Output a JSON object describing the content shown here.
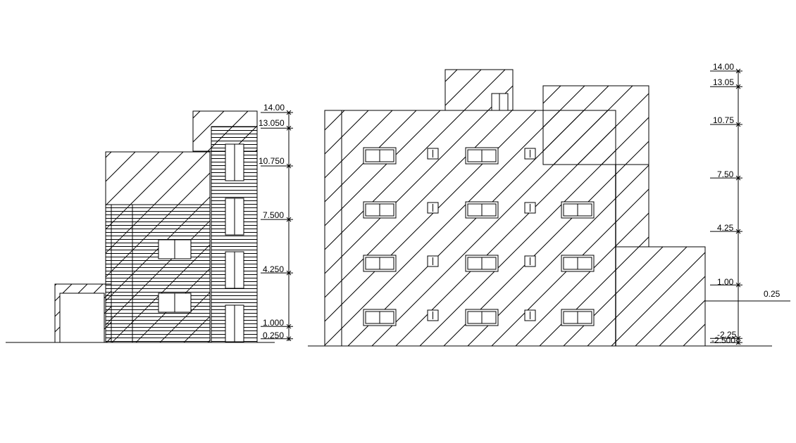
{
  "colors": {
    "line": "#000000",
    "background": "#ffffff"
  },
  "left_elevation": {
    "levels": [
      {
        "label": "14.00",
        "value": 14.0
      },
      {
        "label": "13.050",
        "value": 13.05
      },
      {
        "label": "10.750",
        "value": 10.75
      },
      {
        "label": "7.500",
        "value": 7.5
      },
      {
        "label": "4.250",
        "value": 4.25
      },
      {
        "label": "1.000",
        "value": 1.0
      },
      {
        "label": "0.250",
        "value": 0.25
      }
    ]
  },
  "right_elevation": {
    "levels": [
      {
        "label": "14.00",
        "value": 14.0
      },
      {
        "label": "13.05",
        "value": 13.05
      },
      {
        "label": "10.75",
        "value": 10.75
      },
      {
        "label": "7.50",
        "value": 7.5
      },
      {
        "label": "4.25",
        "value": 4.25
      },
      {
        "label": "1.00",
        "value": 1.0
      },
      {
        "label": "-2.25",
        "value": -2.25
      },
      {
        "label": "-2.500",
        "value": -2.5
      }
    ],
    "side_level": {
      "label": "0.25",
      "value": 0.25
    }
  }
}
